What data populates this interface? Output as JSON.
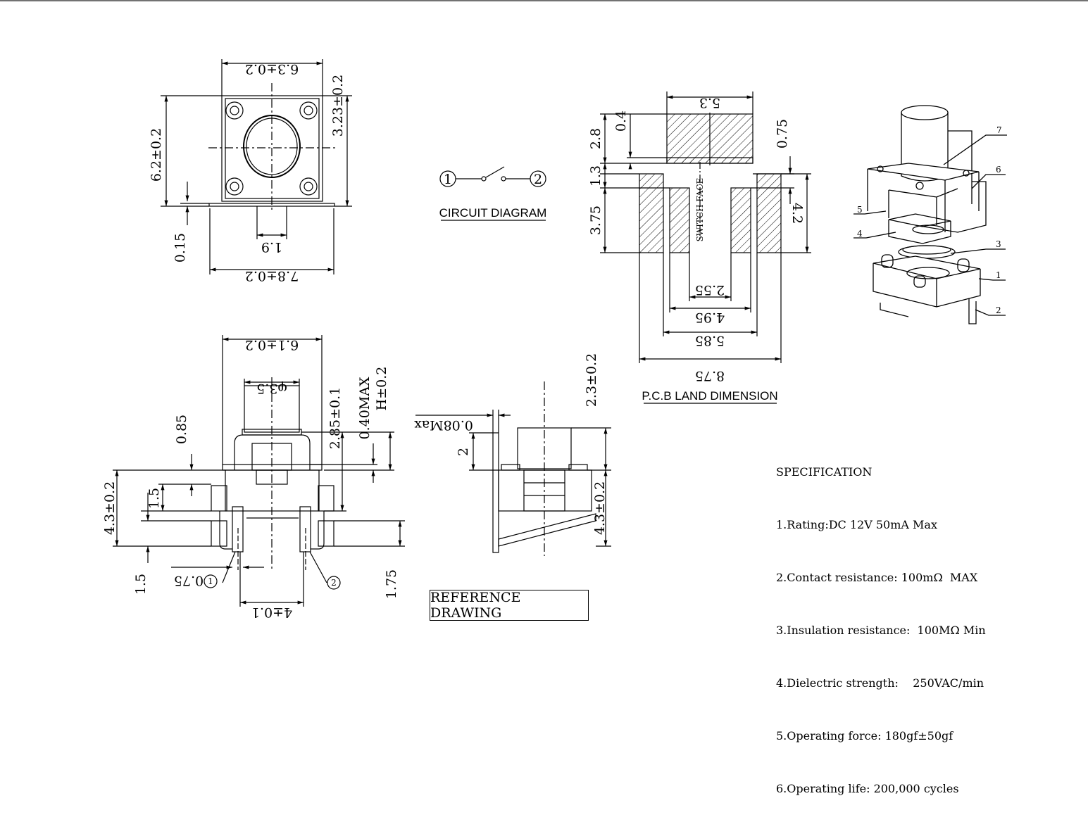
{
  "top_view": {
    "width_top": "6.3±0.2",
    "width_bottom": "7.8±0.2",
    "height_left": "6.2±0.2",
    "height_right": "3.23±0.2",
    "pin_pitch": "1.9",
    "offset": "0.15"
  },
  "circuit": {
    "pin1": "1",
    "pin2": "2",
    "title": "CIRCUIT DIAGRAM"
  },
  "pcb": {
    "title": "P.C.B LAND DIMENSION",
    "switch_face": "SWITCH FACE",
    "d_5_3": "5.3",
    "d_0_4": "0.4",
    "d_2_8": "2.8",
    "d_1_3": "1.3",
    "d_3_75": "3.75",
    "d_0_75": "0.75",
    "d_4_2": "4.2",
    "d_2_55": "2.55",
    "d_4_95": "4.95",
    "d_5_85": "5.85",
    "d_8_75": "8.75"
  },
  "exploded": {
    "parts": [
      "1",
      "2",
      "3",
      "4",
      "5",
      "6",
      "7"
    ]
  },
  "front_view": {
    "width_top": "6.1±0.2",
    "stem_dia": "φ3.5",
    "d_0_85": "0.85",
    "d_2_85": "2.85±0.1",
    "d_0_40max": "0.40MAX",
    "d_h": "H±0.2",
    "d_4_3": "4.3±0.2",
    "d_1_5a": "1.5",
    "d_1_5b": "1.5",
    "d_0_75": "0.75",
    "d_1_75": "1.75",
    "d_4": "4±0.1",
    "pin1": "1",
    "pin2": "2"
  },
  "side_view": {
    "d_0_08max": "0.08Max",
    "d_2": "2",
    "d_2_3": "2.3±0.2",
    "d_4_3": "4.3±0.2"
  },
  "reference": "REFERENCE DRAWING",
  "specification": {
    "title": "SPECIFICATION",
    "items": [
      "1.Rating:DC 12V 50mA Max",
      "2.Contact resistance: 100mΩ  MAX",
      "3.Insulation resistance:  100MΩ Min",
      "4.Dielectric strength:    250VAC/min",
      "5.Operating force: 180gf±50gf",
      "6.Operating life: 200,000 cycles"
    ]
  }
}
